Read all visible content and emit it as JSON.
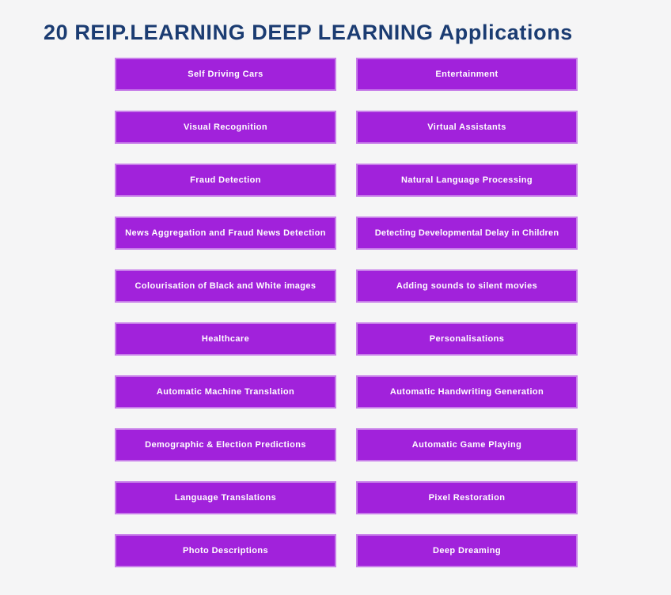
{
  "title": "20 REIP.LEARNING DEEP LEARNING Applications",
  "colors": {
    "background": "#f5f5f6",
    "title_text": "#1b3c72",
    "button_fill": "#a122db",
    "button_edge": "#c77de9",
    "button_text": "#ffffff"
  },
  "columns": {
    "left": [
      "Self Driving Cars",
      "Visual Recognition",
      "Fraud Detection",
      "News Aggregation and Fraud News Detection",
      "Colourisation of Black and White images",
      "Healthcare",
      "Automatic Machine Translation",
      "Demographic & Election Predictions",
      "Language Translations",
      "Photo Descriptions"
    ],
    "right": [
      "Entertainment",
      "Virtual Assistants",
      "Natural Language Processing",
      "Detecting Developmental Delay in Children",
      "Adding sounds to silent movies",
      "Personalisations",
      "Automatic Handwriting Generation",
      "Automatic Game Playing",
      "Pixel Restoration",
      "Deep Dreaming"
    ]
  }
}
